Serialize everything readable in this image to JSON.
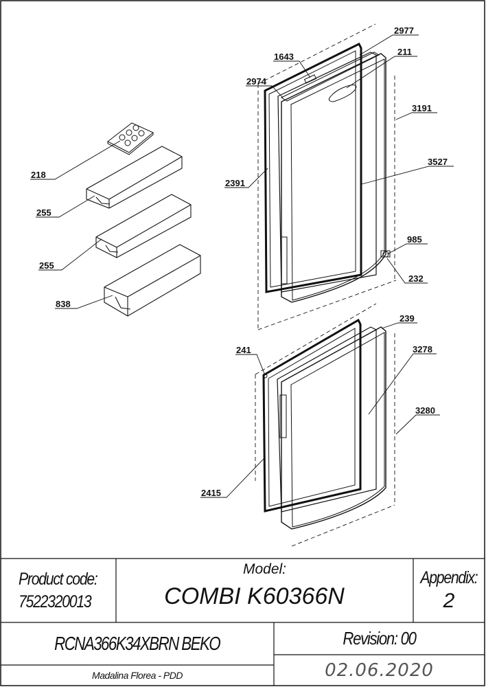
{
  "callouts": [
    {
      "id": "2977",
      "text": "2977"
    },
    {
      "id": "211",
      "text": "211"
    },
    {
      "id": "1643",
      "text": "1643"
    },
    {
      "id": "2974",
      "text": "2974"
    },
    {
      "id": "3191",
      "text": "3191"
    },
    {
      "id": "218",
      "text": "218"
    },
    {
      "id": "3527",
      "text": "3527"
    },
    {
      "id": "2391",
      "text": "2391"
    },
    {
      "id": "255a",
      "text": "255"
    },
    {
      "id": "985",
      "text": "985"
    },
    {
      "id": "255b",
      "text": "255"
    },
    {
      "id": "232",
      "text": "232"
    },
    {
      "id": "838",
      "text": "838"
    },
    {
      "id": "239",
      "text": "239"
    },
    {
      "id": "241",
      "text": "241"
    },
    {
      "id": "3278",
      "text": "3278"
    },
    {
      "id": "3280",
      "text": "3280"
    },
    {
      "id": "2415",
      "text": "2415"
    }
  ],
  "title_block": {
    "product_code_label": "Product code:",
    "product_code_value": "7522320013",
    "model_label": "Model:",
    "model_value": "COMBI K60366N",
    "appendix_label": "Appendix:",
    "appendix_value": "2",
    "product_name": "RCNA366K34XBRN BEKO",
    "revision": "Revision: 00",
    "author": "Madalina Florea - PDD",
    "date": "02.06.2020"
  }
}
